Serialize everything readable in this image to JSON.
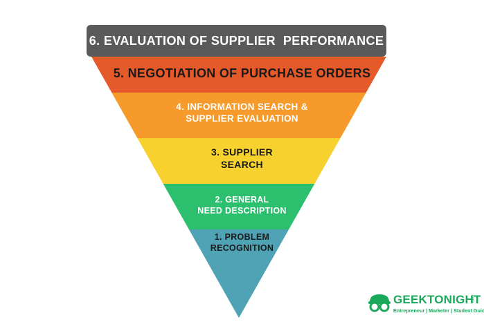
{
  "stages": [
    {
      "id": "stage-6",
      "lines": [
        "6. EVALUATION OF SUPPLIER  PERFORMANCE"
      ],
      "color": "#5a5a5a",
      "text_color": "#ffffff"
    },
    {
      "id": "stage-5",
      "lines": [
        "5. NEGOTIATION OF PURCHASE ORDERS"
      ],
      "color": "#e55a2b",
      "text_color": "#1a1a1a"
    },
    {
      "id": "stage-4",
      "lines": [
        "4. INFORMATION SEARCH &",
        "SUPPLIER EVALUATION"
      ],
      "color": "#f59a2b",
      "text_color": "#ffffff"
    },
    {
      "id": "stage-3",
      "lines": [
        "3. SUPPLIER",
        "SEARCH"
      ],
      "color": "#f7d12e",
      "text_color": "#1a1a1a"
    },
    {
      "id": "stage-2",
      "lines": [
        "2. GENERAL",
        "NEED DESCRIPTION"
      ],
      "color": "#2bbf6e",
      "text_color": "#ffffff"
    },
    {
      "id": "stage-1",
      "lines": [
        "1. PROBLEM",
        "RECOGNITION"
      ],
      "color": "#4fa3b4",
      "text_color": "#1a1a1a"
    }
  ],
  "logo": {
    "name": "GEEKTONIGHT",
    "domain_suffix": ".com",
    "tagline": "Entrepreneur | Marketer | Student Guide",
    "color": "#1aa85a"
  }
}
